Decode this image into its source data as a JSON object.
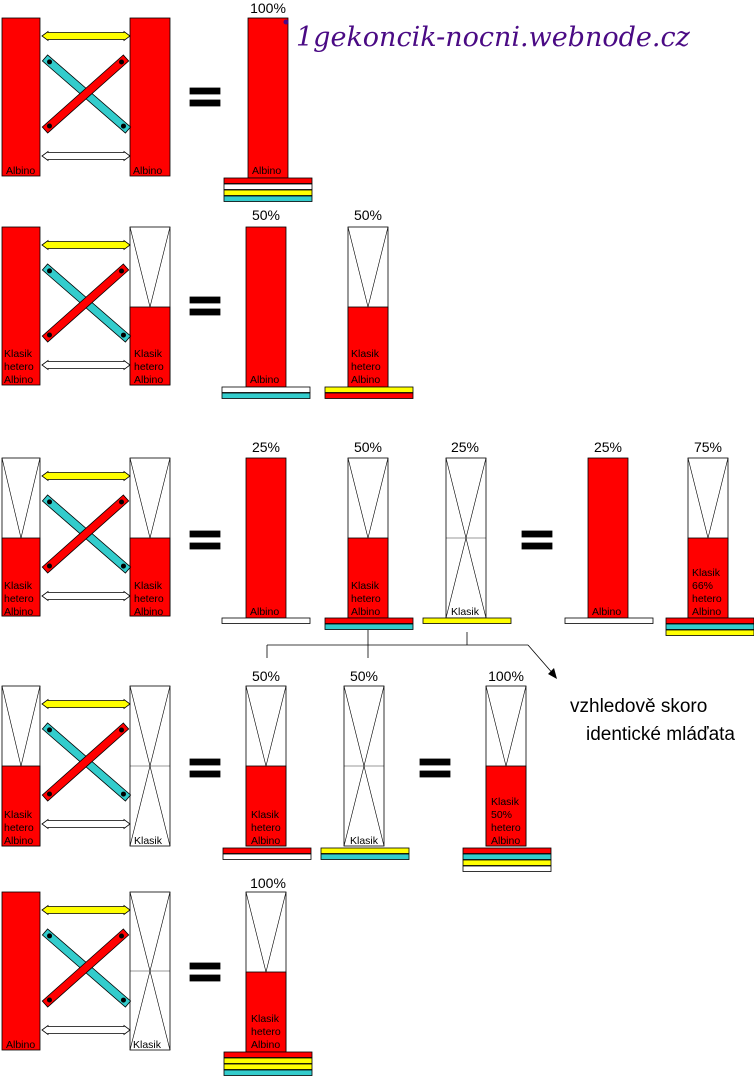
{
  "watermark": "1gekoncik-nocni.webnode.cz",
  "colors": {
    "red": "#ff0000",
    "yellow": "#ffff00",
    "cyan": "#33cccc",
    "white": "#ffffff",
    "outline": "#000000",
    "watermark": "#4a0a84"
  },
  "labels": {
    "albino": "Albino",
    "klasik_hetero_albino": [
      "Klasik",
      "hetero",
      "Albino"
    ],
    "klasik": "Klasik",
    "klasik_66": [
      "Klasik",
      "66%",
      "hetero",
      "Albino"
    ],
    "klasik_50": [
      "Klasik",
      "50%",
      "hetero",
      "Albino"
    ]
  },
  "percentages": {
    "r1_a": "100%",
    "r2_a": "50%",
    "r2_b": "50%",
    "r3_a": "25%",
    "r3_b": "50%",
    "r3_c": "25%",
    "r3_d": "25%",
    "r3_e": "75%",
    "r4_a": "50%",
    "r4_b": "50%",
    "r4_c": "100%",
    "r5_a": "100%"
  },
  "note": [
    "vzhledově skoro",
    "identické mláďata"
  ],
  "equals_symbol": "="
}
